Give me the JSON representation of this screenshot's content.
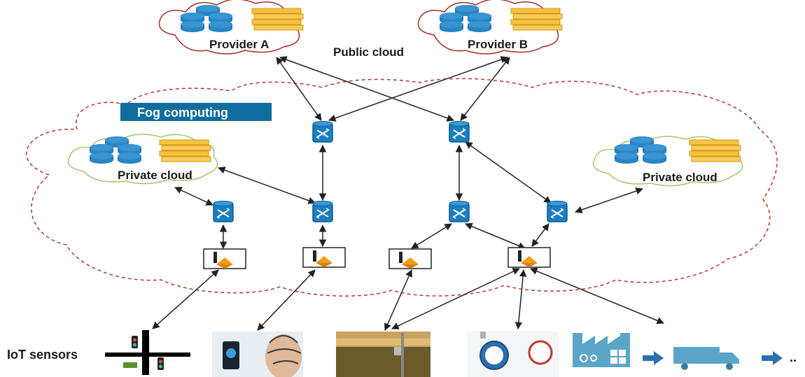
{
  "labels": {
    "provider_a": "Provider A",
    "provider_b": "Provider B",
    "public_cloud": "Public cloud",
    "fog_computing": "Fog computing",
    "private_cloud_left": "Private cloud",
    "private_cloud_right": "Private cloud",
    "iot_sensors": "IoT sensors",
    "ellipsis": ".."
  },
  "icons": {
    "database": "database-stack-icon",
    "files": "folder-stack-icon",
    "router": "fog-router-icon",
    "gateway": "iot-gateway-icon",
    "traffic": "traffic-light-icon",
    "brain": "brain-sensor-icon",
    "field": "field-sensor-icon",
    "meter": "water-meter-icon",
    "factory": "factory-icon",
    "truck": "truck-icon"
  },
  "colors": {
    "fog_border": "#b03a2e",
    "fog_label_bg": "#0f6d9e",
    "router": "#1a7fc1",
    "router_dark": "#0d5a8f",
    "gateway_orange": "#f39c12",
    "db_blue": "#1f6fa8",
    "file_yellow": "#f5c242",
    "public_cloud_border": "#a0342a",
    "private_cloud_border": "#9fc96b",
    "arrow": "#222222",
    "factory_blue": "#5aa6c9"
  }
}
